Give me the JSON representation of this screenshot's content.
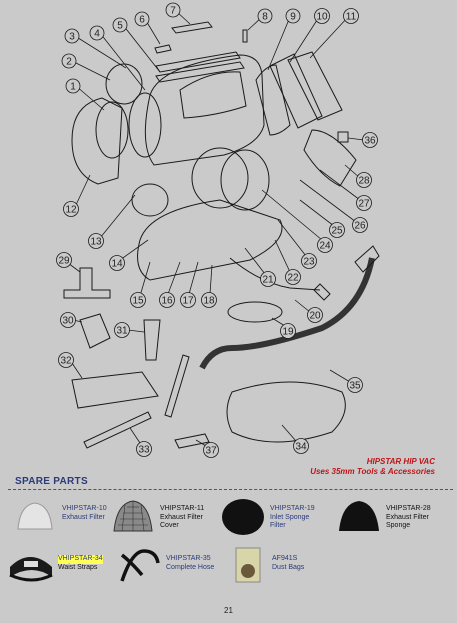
{
  "callouts": [
    "1",
    "2",
    "3",
    "4",
    "5",
    "6",
    "7",
    "8",
    "9",
    "10",
    "11",
    "12",
    "13",
    "14",
    "15",
    "16",
    "17",
    "18",
    "19",
    "20",
    "21",
    "22",
    "23",
    "24",
    "25",
    "26",
    "27",
    "28",
    "29",
    "30",
    "31",
    "32",
    "33",
    "34",
    "35",
    "36",
    "37"
  ],
  "note": {
    "line1": "HIPSTAR HIP VAC",
    "line2": "Uses 35mm Tools & Accessories"
  },
  "spare_parts": {
    "heading": "SPARE PARTS",
    "items": [
      {
        "code": "VHIPSTAR-10",
        "desc_1": "Exhaust Filter",
        "desc_2": "",
        "desc_3": ""
      },
      {
        "code": "VHIPSTAR-11",
        "desc_1": "Exhaust Filter",
        "desc_2": "Cover",
        "desc_3": ""
      },
      {
        "code": "VHIPSTAR-19",
        "desc_1": "Inlet Sponge",
        "desc_2": "Filter",
        "desc_3": ""
      },
      {
        "code": "VHIPSTAR-28",
        "desc_1": "Exhaust Filter",
        "desc_2": "Sponge",
        "desc_3": ""
      },
      {
        "code": "VHIPSTAR-34",
        "desc_1": "Waist Straps",
        "desc_2": "",
        "desc_3": ""
      },
      {
        "code": "VHIPSTAR-35",
        "desc_1": "Complete Hose",
        "desc_2": "",
        "desc_3": ""
      },
      {
        "code": "AF941S",
        "desc_1": "Dust Bags",
        "desc_2": "",
        "desc_3": ""
      }
    ]
  },
  "page_number": "21"
}
